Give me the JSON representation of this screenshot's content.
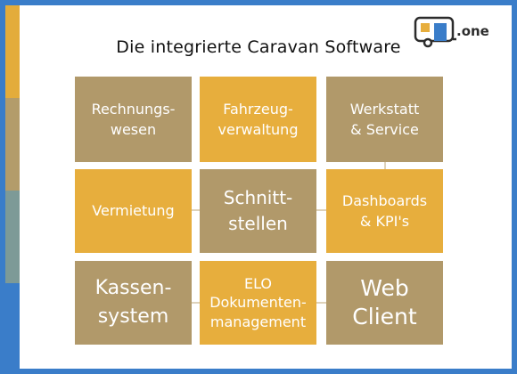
{
  "title": "Die integrierte Caravan Software",
  "logo": {
    "text": ".one",
    "icon": "caravan-icon"
  },
  "colors": {
    "border": "#3a7dc9",
    "olive": "#b1996a",
    "gold": "#e7ae3d",
    "text": "#ffffff"
  },
  "tiles": [
    {
      "lines": [
        "Rechnungs-",
        "wesen"
      ]
    },
    {
      "lines": [
        "Fahrzeug-",
        "verwaltung"
      ]
    },
    {
      "lines": [
        "Werkstatt",
        "& Service"
      ]
    },
    {
      "lines": [
        "Vermietung"
      ]
    },
    {
      "lines": [
        "Schnitt-",
        "stellen"
      ]
    },
    {
      "lines": [
        "Dashboards",
        "& KPI's"
      ]
    },
    {
      "lines": [
        "Kassen-",
        "system"
      ]
    },
    {
      "lines": [
        "ELO",
        "Dokumenten-",
        "management"
      ]
    },
    {
      "lines": [
        "Web",
        "Client"
      ]
    }
  ]
}
